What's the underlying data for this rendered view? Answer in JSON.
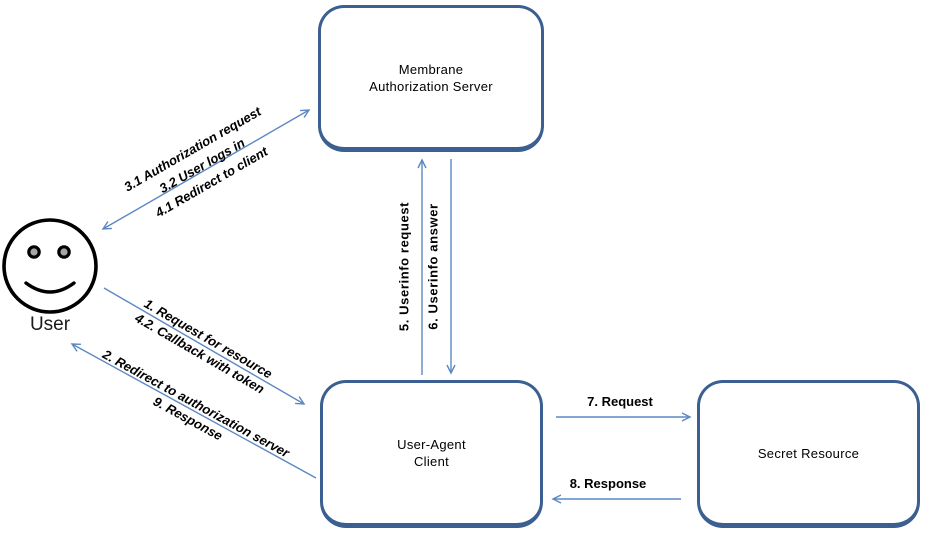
{
  "nodes": {
    "auth_server": {
      "line1": "Membrane",
      "line2": "Authorization Server"
    },
    "client": {
      "line1": "User-Agent",
      "line2": "Client"
    },
    "resource": {
      "label": "Secret Resource"
    }
  },
  "actor": {
    "label": "User"
  },
  "edges": {
    "user_auth": {
      "line1": "3.1 Authorization request",
      "line2": "3.2 User logs in",
      "line3": "4.1 Redirect to client"
    },
    "user_client": {
      "line1": "1. Request for resource",
      "line2": "4.2. Callback with token"
    },
    "client_user": {
      "line1": "2. Redirect to authorization server",
      "line2": "9. Response"
    },
    "userinfo_request": {
      "label": "5. Userinfo request"
    },
    "userinfo_answer": {
      "label": "6. Userinfo answer"
    },
    "resource_request": {
      "label": "7. Request"
    },
    "resource_response": {
      "label": "8. Response"
    }
  },
  "colors": {
    "box_border": "#3b5f90",
    "arrow": "#5b88c4",
    "text": "#000000",
    "face_stroke": "#000000",
    "eye_fill": "#a6a6a6"
  }
}
